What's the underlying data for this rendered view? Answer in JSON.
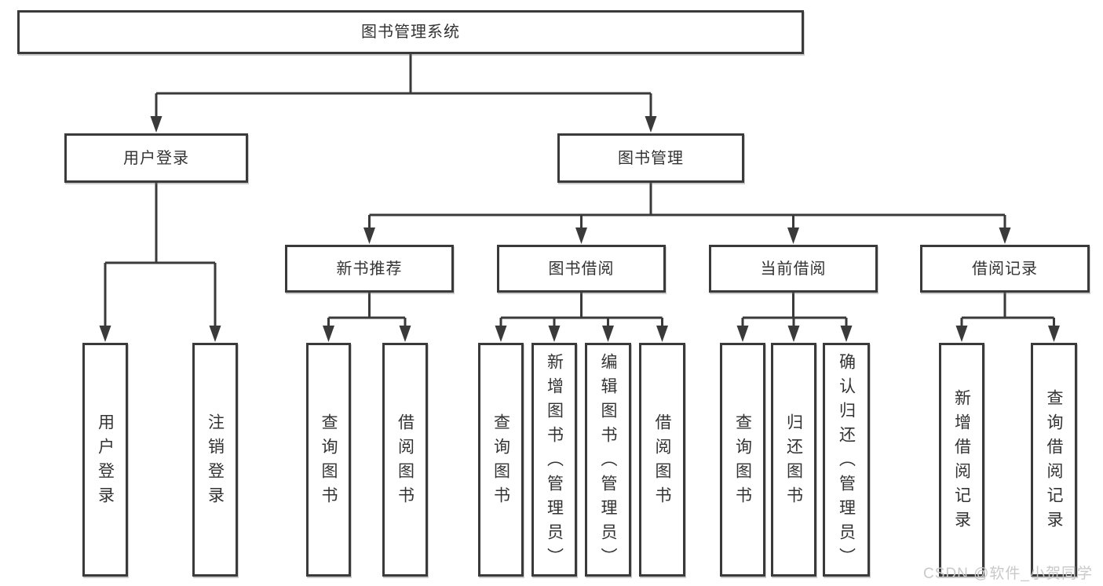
{
  "diagram": {
    "title": "图书管理系统",
    "nodes": [
      {
        "id": "root",
        "label": "图书管理系统"
      },
      {
        "id": "user-login",
        "label": "用户登录"
      },
      {
        "id": "book-mgmt",
        "label": "图书管理"
      },
      {
        "id": "new-rec",
        "label": "新书推荐"
      },
      {
        "id": "book-borrow",
        "label": "图书借阅"
      },
      {
        "id": "current-borrow",
        "label": "当前借阅"
      },
      {
        "id": "borrow-records",
        "label": "借阅记录"
      },
      {
        "id": "leaf-user-login",
        "label": "用户登录"
      },
      {
        "id": "leaf-logout",
        "label": "注销登录"
      },
      {
        "id": "leaf-nr-query",
        "label": "查询图书"
      },
      {
        "id": "leaf-nr-borrow",
        "label": "借阅图书"
      },
      {
        "id": "leaf-bb-query",
        "label": "查询图书"
      },
      {
        "id": "leaf-bb-add",
        "label": "新增图书（管理员）"
      },
      {
        "id": "leaf-bb-edit",
        "label": "编辑图书（管理员）"
      },
      {
        "id": "leaf-bb-borrow",
        "label": "借阅图书"
      },
      {
        "id": "leaf-cb-query",
        "label": "查询图书"
      },
      {
        "id": "leaf-cb-return",
        "label": "归还图书"
      },
      {
        "id": "leaf-cb-confirm",
        "label": "确认归还（管理员）"
      },
      {
        "id": "leaf-br-add",
        "label": "新增借阅记录"
      },
      {
        "id": "leaf-br-query",
        "label": "查询借阅记录"
      }
    ],
    "edges": [
      {
        "from": "root",
        "to": [
          "user-login",
          "book-mgmt"
        ]
      },
      {
        "from": "user-login",
        "to": [
          "leaf-user-login",
          "leaf-logout"
        ]
      },
      {
        "from": "book-mgmt",
        "to": [
          "new-rec",
          "book-borrow",
          "current-borrow",
          "borrow-records"
        ]
      },
      {
        "from": "new-rec",
        "to": [
          "leaf-nr-query",
          "leaf-nr-borrow"
        ]
      },
      {
        "from": "book-borrow",
        "to": [
          "leaf-bb-query",
          "leaf-bb-add",
          "leaf-bb-edit",
          "leaf-bb-borrow"
        ]
      },
      {
        "from": "current-borrow",
        "to": [
          "leaf-cb-query",
          "leaf-cb-return",
          "leaf-cb-confirm"
        ]
      },
      {
        "from": "borrow-records",
        "to": [
          "leaf-br-add",
          "leaf-br-query"
        ]
      }
    ]
  },
  "watermark": {
    "text": "CSDN @软件_小贺同学"
  },
  "colors": {
    "line": "#3a3a3a",
    "text": "#333333",
    "watermark": "#c9c9c9",
    "background": "#ffffff"
  }
}
